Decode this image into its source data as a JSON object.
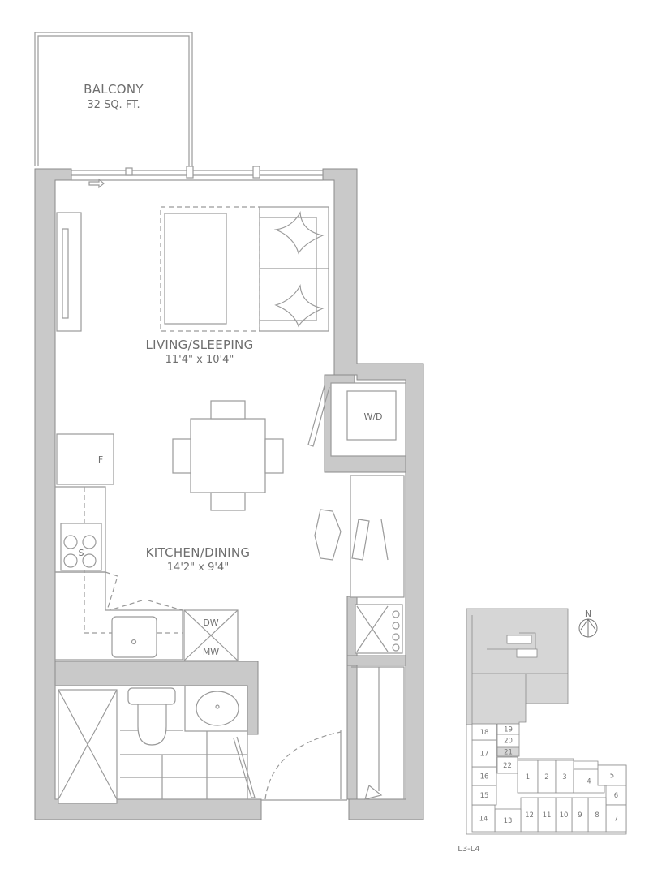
{
  "rooms": {
    "balcony": {
      "name": "BALCONY",
      "area": "32 SQ. FT."
    },
    "living": {
      "name": "LIVING/SLEEPING",
      "dims": "11'4\" x 10'4\""
    },
    "kitchen": {
      "name": "KITCHEN/DINING",
      "dims": "14'2\" x 9'4\""
    }
  },
  "appliances": {
    "fridge": "F",
    "stove": "S",
    "washer_dryer": "W/D",
    "dishwasher": "DW",
    "microwave": "MW"
  },
  "key_plan": {
    "north_label": "N",
    "level_label": "L3-L4",
    "highlighted_unit": "21",
    "units": [
      "1",
      "2",
      "3",
      "4",
      "5",
      "6",
      "7",
      "8",
      "9",
      "10",
      "11",
      "12",
      "13",
      "14",
      "15",
      "16",
      "17",
      "18",
      "19",
      "20",
      "21",
      "22"
    ]
  },
  "colors": {
    "wall": "#c9c9c9",
    "line": "#9a9a9a",
    "highlight": "#c4c4c4"
  }
}
